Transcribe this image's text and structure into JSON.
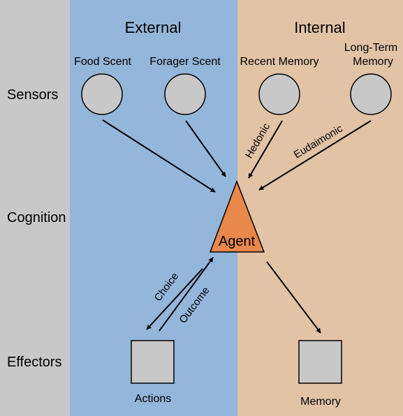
{
  "columns": {
    "external": "External",
    "internal": "Internal"
  },
  "rows": {
    "sensors": "Sensors",
    "cognition": "Cognition",
    "effectors": "Effectors"
  },
  "sensors": {
    "food_scent": "Food Scent",
    "forager_scent": "Forager Scent",
    "recent_memory": "Recent Memory",
    "long_term_memory_line1": "Long-Term",
    "long_term_memory_line2": "Memory"
  },
  "agent": "Agent",
  "edges": {
    "hedonic": "Hedonic",
    "eudaimonic": "Eudaimonic",
    "choice": "Choice",
    "outcome": "Outcome"
  },
  "effectors": {
    "actions": "Actions",
    "memory": "Memory"
  },
  "colors": {
    "left_band": "#c8c8c8",
    "external_band": "#94b6da",
    "internal_band": "#e2c3a6",
    "agent_fill": "#e8884a",
    "node_fill": "#c8c8c8"
  }
}
